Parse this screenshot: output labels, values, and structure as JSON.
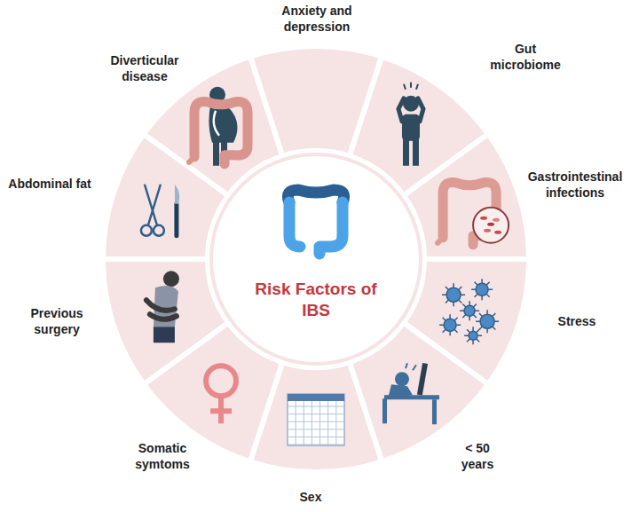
{
  "diagram": {
    "nodes": [
      {
        "text": [
          "Risk Factors of IBS"
        ]
      },
      {
        "text": [
          "Anxiety and depression"
        ]
      },
      {
        "text": [
          "Gut microbiome"
        ]
      },
      {
        "text": [
          "Gastrointestinal infections"
        ]
      },
      {
        "text": [
          "Stress"
        ]
      },
      {
        "text": [
          "< 50 years"
        ]
      },
      {
        "text": [
          "Sex"
        ]
      },
      {
        "text": [
          "Somatic symtoms"
        ]
      },
      {
        "text": [
          "Previous surgery"
        ]
      },
      {
        "text": [
          "Abdominal fat"
        ]
      },
      {
        "text": [
          "Diverticular disease"
        ]
      }
    ]
  }
}
